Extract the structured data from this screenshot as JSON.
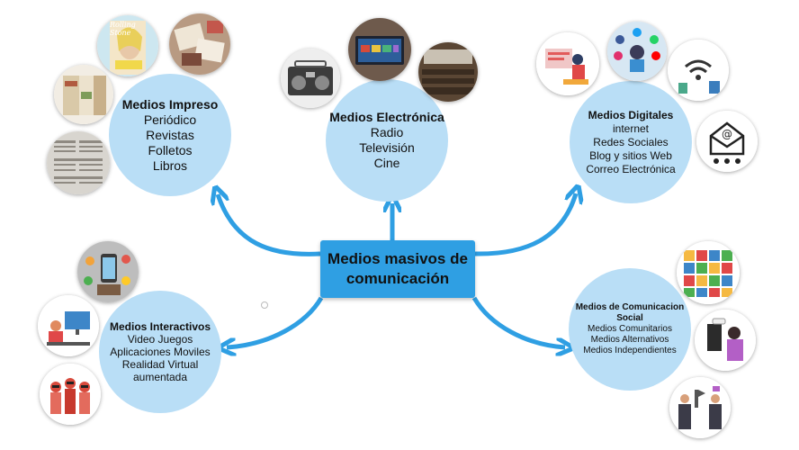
{
  "center": {
    "line1": "Medios masivos de",
    "line2": "comunicación"
  },
  "impreso": {
    "title": "Medios Impreso",
    "items": [
      "Periódico",
      "Revistas",
      "Folletos",
      "Libros"
    ]
  },
  "electronica": {
    "title": "Medios Electrónica",
    "items": [
      "Radio",
      "Televisión",
      "Cine"
    ]
  },
  "digitales": {
    "title": "Medios Digitales",
    "items": [
      "internet",
      "Redes Sociales",
      "Blog y sitios Web",
      "Correo Electrónica"
    ]
  },
  "interactivos": {
    "title": "Medios Interactivos",
    "items": [
      "Video Juegos",
      "Aplicaciones Moviles",
      "Realidad Virtual",
      "aumentada"
    ]
  },
  "social": {
    "title_line1": "Medios de Comunicacion",
    "title_line2": "Social",
    "items": [
      "Medios Comunitarios",
      "Medios Alternativos",
      "Medios Independientes"
    ]
  },
  "thumbnails": {
    "magazine_text": "Rolling Stone"
  },
  "colors": {
    "center": "#2f9fe3",
    "bubble": "#b9def6",
    "arrow": "#2f9fe3"
  }
}
